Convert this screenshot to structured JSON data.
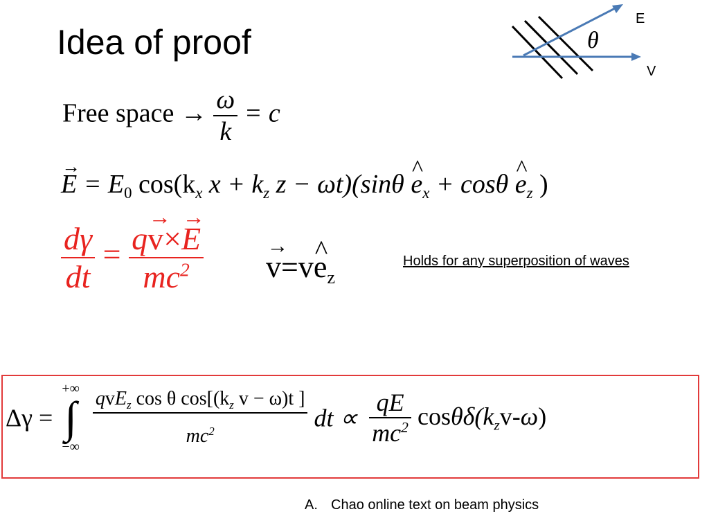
{
  "slide": {
    "title": "Idea of proof",
    "diagram": {
      "label_e": "E",
      "label_v": "V",
      "angle_symbol": "θ",
      "arrow_color": "#4a7ab5"
    },
    "equations": {
      "free_space_label": "Free space",
      "free_space_arrow": "→",
      "free_space_rhs": "= c",
      "omega": "ω",
      "k": "k",
      "field_lhs": "E",
      "field_rhs_1": "= E",
      "field_sub0": "0",
      "field_rhs_2": " cos(k",
      "field_subx": "x",
      "field_rhs_3": "x + k",
      "field_subz": "z",
      "field_rhs_4": "z − ωt)(sinθ",
      "field_e1": "e",
      "field_sub_x2": "x",
      "field_rhs_5": " + cosθ",
      "field_e2": "e",
      "field_sub_z2": "z",
      "field_rhs_6": " )",
      "dgamma_num": "dγ",
      "dgamma_den": "dt",
      "equals": "=",
      "force_num_q": "q",
      "force_num_v": "v",
      "force_num_x": "×",
      "force_num_E": "E",
      "force_den": "mc",
      "force_den_sup": "2",
      "velocity_lhs": "v",
      "velocity_eq": "=v",
      "velocity_e": "e",
      "velocity_sub": "z"
    },
    "holds_note": "Holds for any superposition of  waves",
    "integral": {
      "lhs": "Δγ =",
      "upper": "+∞",
      "lower": "−∞",
      "sign": "∫",
      "num_q": "q",
      "num_v": "v",
      "num_E": "E",
      "num_sub_z": "z",
      "num_cos": " cos θ cos[(k",
      "num_sub_z2": "z",
      "num_rest": " v − ω)t ]",
      "den": "mc",
      "den_sup": "2",
      "dt": "dt ∝",
      "prop_num": "qE",
      "prop_den": "mc",
      "prop_den_sup": "2",
      "tail_1": "cos",
      "tail_2": "θδ(",
      "tail_k": "k",
      "tail_sub": "z",
      "tail_3": "v-",
      "tail_omega": "ω",
      "tail_4": ")"
    },
    "citation": {
      "marker": "A.",
      "text": "Chao online text on beam physics"
    },
    "colors": {
      "emphasis_red": "#e8231f",
      "box_border": "#e23a3a"
    }
  }
}
